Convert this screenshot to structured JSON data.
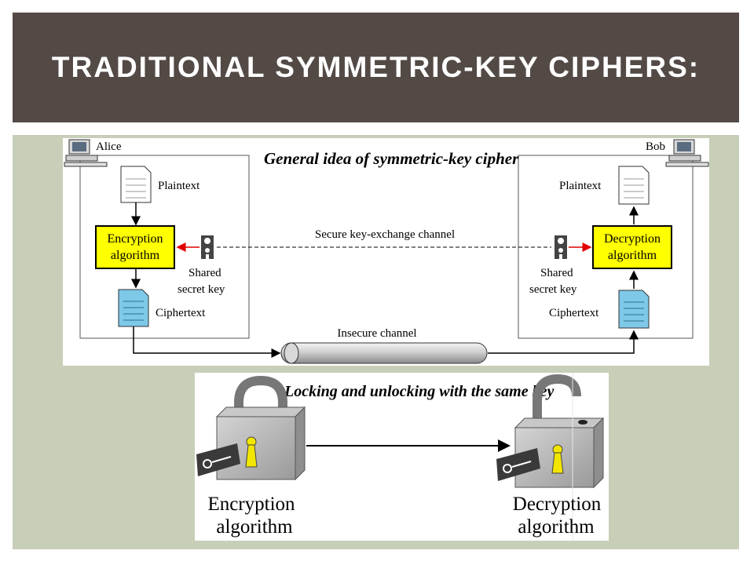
{
  "slide": {
    "title": "TRADITIONAL SYMMETRIC-KEY CIPHERS:"
  },
  "diagram1": {
    "title": "General idea of symmetric-key cipher",
    "sender": "Alice",
    "receiver": "Bob",
    "plaintext_left": "Plaintext",
    "plaintext_right": "Plaintext",
    "encryption_line1": "Encryption",
    "encryption_line2": "algorithm",
    "decryption_line1": "Decryption",
    "decryption_line2": "algorithm",
    "secure_channel": "Secure key-exchange channel",
    "shared_left_line1": "Shared",
    "shared_left_line2": "secret key",
    "shared_right_line1": "Shared",
    "shared_right_line2": "secret key",
    "ciphertext_left": "Ciphertext",
    "ciphertext_right": "Ciphertext",
    "insecure_channel": "Insecure channel",
    "colors": {
      "algorithm_box": "#ffff00",
      "key_arrow": "#e00000"
    }
  },
  "diagram2": {
    "title": "Locking and unlocking with the same key",
    "encryption_line1": "Encryption",
    "encryption_line2": "algorithm",
    "decryption_line1": "Decryption",
    "decryption_line2": "algorithm"
  }
}
